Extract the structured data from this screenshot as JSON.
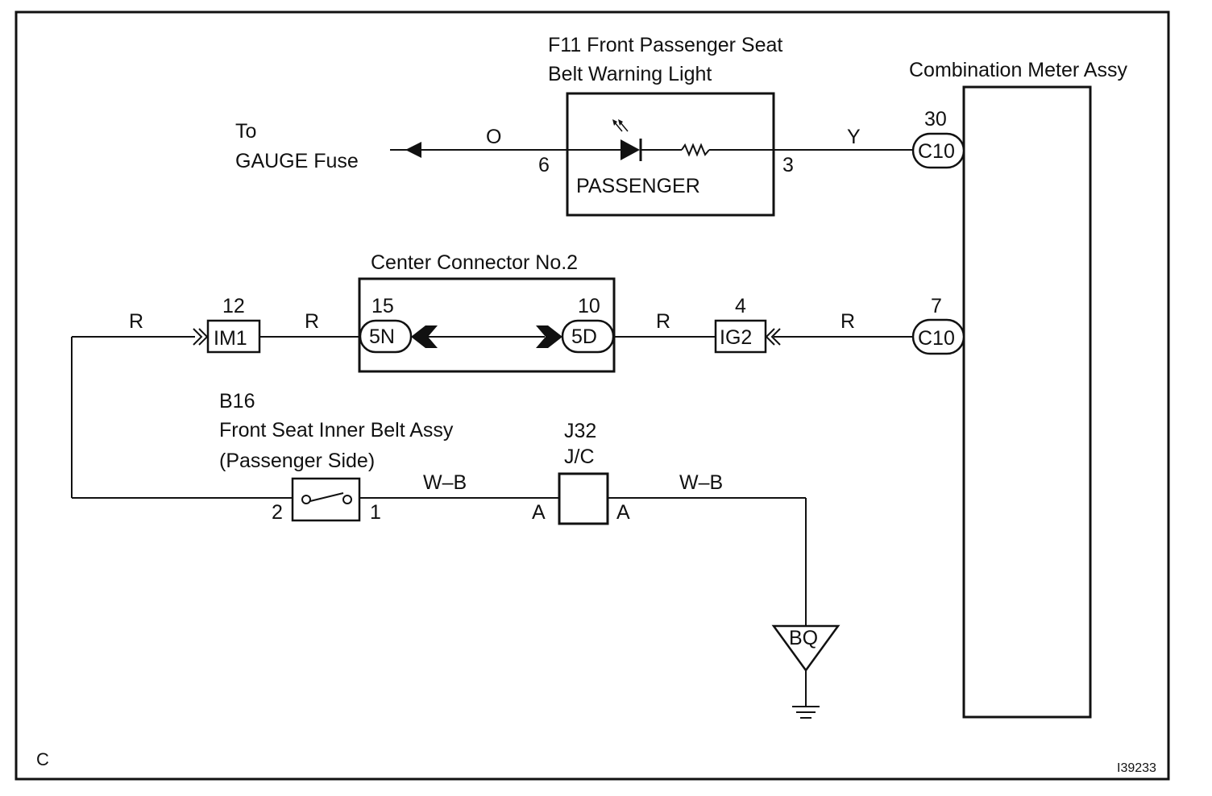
{
  "corner_letter": "C",
  "figure_code": "I39233",
  "gauge_fuse": {
    "line1": "To",
    "line2": "GAUGE Fuse"
  },
  "warning_light": {
    "title_line1": "F11 Front Passenger Seat",
    "title_line2": "Belt Warning Light",
    "label": "PASSENGER",
    "pin_left": "6",
    "pin_right": "3"
  },
  "combination_meter": {
    "title": "Combination Meter Assy",
    "connector_top": {
      "code": "C10",
      "pin": "30"
    },
    "connector_bottom": {
      "code": "C10",
      "pin": "7"
    }
  },
  "center_connector": {
    "title": "Center Connector No.2",
    "left": {
      "code": "5N",
      "pin": "15"
    },
    "right": {
      "code": "5D",
      "pin": "10"
    }
  },
  "im1": {
    "code": "IM1",
    "pin": "12"
  },
  "ig2": {
    "code": "IG2",
    "pin": "4"
  },
  "belt": {
    "id": "B16",
    "line1": "Front Seat Inner Belt Assy",
    "line2": "(Passenger Side)",
    "pin_left": "2",
    "pin_right": "1"
  },
  "jc": {
    "line1": "J32",
    "line2": "J/C",
    "pin_left": "A",
    "pin_right": "A"
  },
  "ground": {
    "label": "BQ"
  },
  "wire_colors": {
    "orange": "O",
    "yellow": "Y",
    "red": "R",
    "white_black": "W–B"
  }
}
